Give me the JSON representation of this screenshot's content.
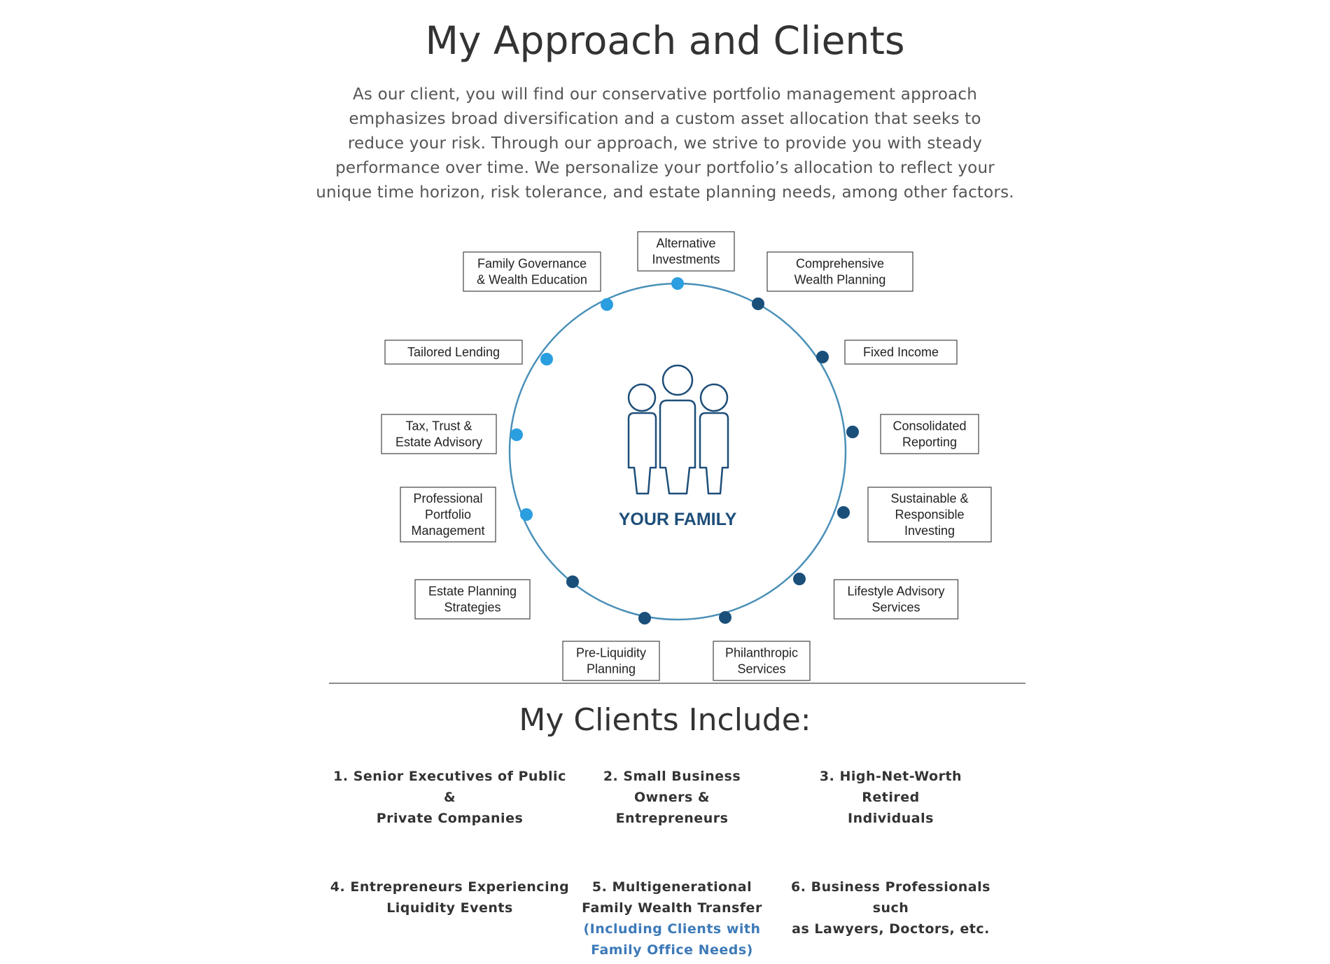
{
  "header": {
    "title": "My Approach and Clients",
    "intro_lines": [
      "As our client, you will find our conservative portfolio management approach",
      "emphasizes broad diversification and a custom asset allocation that seeks to",
      "reduce your risk. Through our approach, we strive to provide you with steady",
      "performance over time. We personalize your portfolio’s allocation to reflect your",
      "unique time horizon, risk tolerance, and estate planning needs, among other factors."
    ]
  },
  "diagram": {
    "center_label": "YOUR FAMILY",
    "center_icon": "family-icon",
    "colors": {
      "light_dot": "#2b9ee0",
      "dark_dot": "#1a4f7a",
      "ring": "#4a90b8",
      "center_text": "#1e4e79"
    },
    "services": [
      {
        "id": "alternative-investments",
        "lines": [
          "Alternative",
          "Investments"
        ],
        "dot": "light"
      },
      {
        "id": "comprehensive-wealth-planning",
        "lines": [
          "Comprehensive",
          "Wealth Planning"
        ],
        "dot": "dark"
      },
      {
        "id": "fixed-income",
        "lines": [
          "Fixed Income"
        ],
        "dot": "dark"
      },
      {
        "id": "consolidated-reporting",
        "lines": [
          "Consolidated",
          "Reporting"
        ],
        "dot": "dark"
      },
      {
        "id": "sustainable-investing",
        "lines": [
          "Sustainable &",
          "Responsible",
          "Investing"
        ],
        "dot": "dark"
      },
      {
        "id": "lifestyle-advisory",
        "lines": [
          "Lifestyle Advisory",
          "Services"
        ],
        "dot": "dark"
      },
      {
        "id": "philanthropic-services",
        "lines": [
          "Philanthropic",
          "Services"
        ],
        "dot": "dark"
      },
      {
        "id": "pre-liquidity-planning",
        "lines": [
          "Pre-Liquidity",
          "Planning"
        ],
        "dot": "dark"
      },
      {
        "id": "estate-planning",
        "lines": [
          "Estate Planning",
          "Strategies"
        ],
        "dot": "dark"
      },
      {
        "id": "portfolio-management",
        "lines": [
          "Professional",
          "Portfolio",
          "Management"
        ],
        "dot": "light"
      },
      {
        "id": "tax-trust-estate",
        "lines": [
          "Tax, Trust &",
          "Estate Advisory"
        ],
        "dot": "light"
      },
      {
        "id": "tailored-lending",
        "lines": [
          "Tailored Lending"
        ],
        "dot": "light"
      },
      {
        "id": "family-governance",
        "lines": [
          "Family Governance",
          "& Wealth Education"
        ],
        "dot": "light"
      }
    ]
  },
  "clients": {
    "title": "My Clients Include:",
    "items": [
      {
        "lines": [
          "1. Senior Executives of Public &",
          "Private Companies"
        ],
        "note_lines": []
      },
      {
        "lines": [
          "2. Small Business",
          "Owners &",
          "Entrepreneurs"
        ],
        "note_lines": []
      },
      {
        "lines": [
          "3. High-Net-Worth",
          "Retired",
          "Individuals"
        ],
        "note_lines": []
      },
      {
        "lines": [
          "4. Entrepreneurs Experiencing",
          "Liquidity Events"
        ],
        "note_lines": []
      },
      {
        "lines": [
          "5. Multigenerational",
          "Family Wealth Transfer"
        ],
        "note_lines": [
          "(Including Clients with",
          "Family Office Needs)"
        ]
      },
      {
        "lines": [
          "6. Business Professionals such",
          "as Lawyers, Doctors, etc."
        ],
        "note_lines": []
      }
    ]
  }
}
